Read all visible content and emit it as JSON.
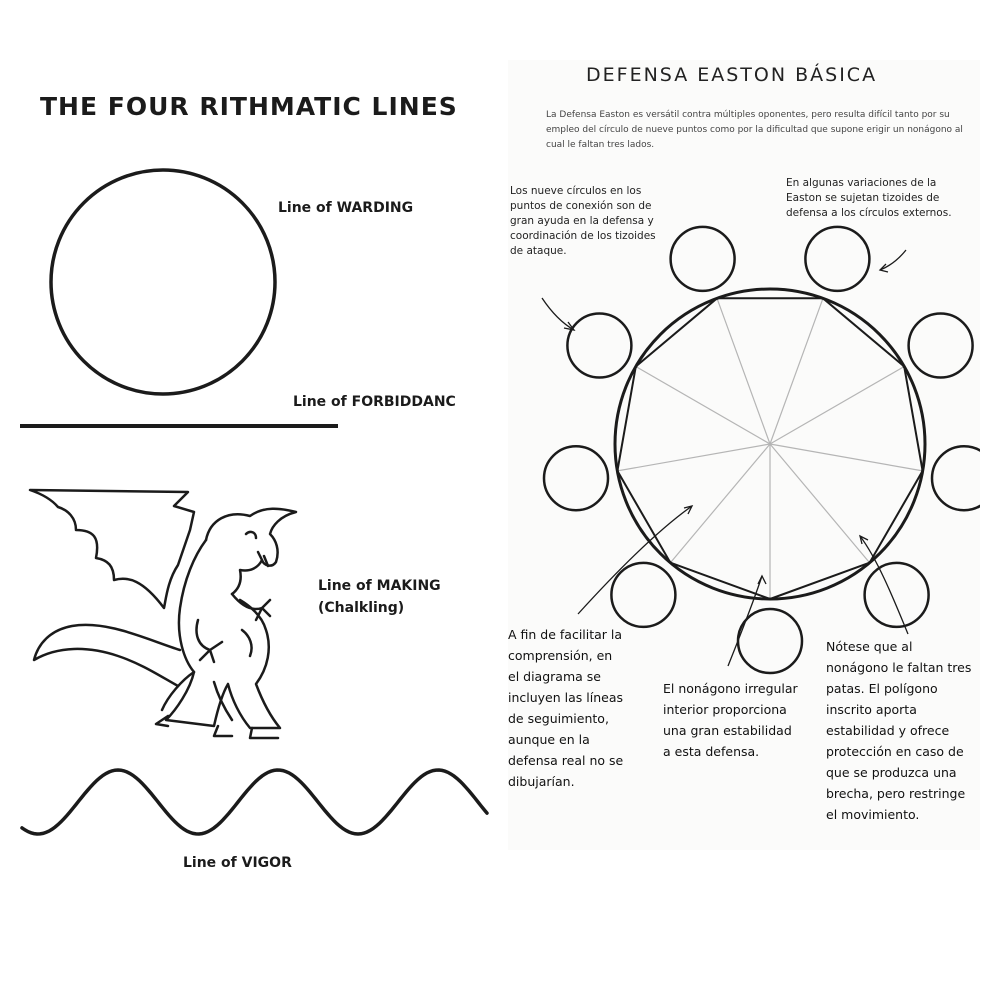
{
  "left_panel": {
    "title": "THE FOUR RITHMATIC LINES",
    "labels": {
      "warding": "Line of WARDING",
      "forbiddance": "Line of FORBIDDANC",
      "making": "Line of MAKING",
      "making_sub": "(Chalkling)",
      "vigor": "Line of VIGOR"
    }
  },
  "right_panel": {
    "title": "DEFENSA EASTON BÁSICA",
    "intro": "La Defensa Easton es versátil contra múltiples oponentes, pero resulta difícil tanto por su empleo del círculo de nueve puntos como por la dificultad que supone erigir un nonágono al cual le faltan tres lados.",
    "note_top_left": "Los nueve círculos en los puntos de conexión son de gran ayuda en la defensa y coordinación de los tizoides de ataque.",
    "note_top_right": "En algunas variaciones de la Easton se sujetan tizoides de defensa a los círculos externos.",
    "note_bottom_left": "A fin de facilitar la comprensión, en el diagrama se incluyen las líneas de seguimiento, aunque en la defensa real no se dibujarían.",
    "note_bottom_mid": "El nonágono irregular interior proporciona una gran estabilidad a esta defensa.",
    "note_bottom_right": "Nótese que al nonágono le faltan tres patas. El polígono inscrito aporta estabilidad y ofrece protección en caso de que se produzca una brecha, pero restringe el movimiento."
  },
  "colors": {
    "ink": "#1b1b1b",
    "paper": "#ffffff",
    "guide": "#b5b5b5"
  }
}
